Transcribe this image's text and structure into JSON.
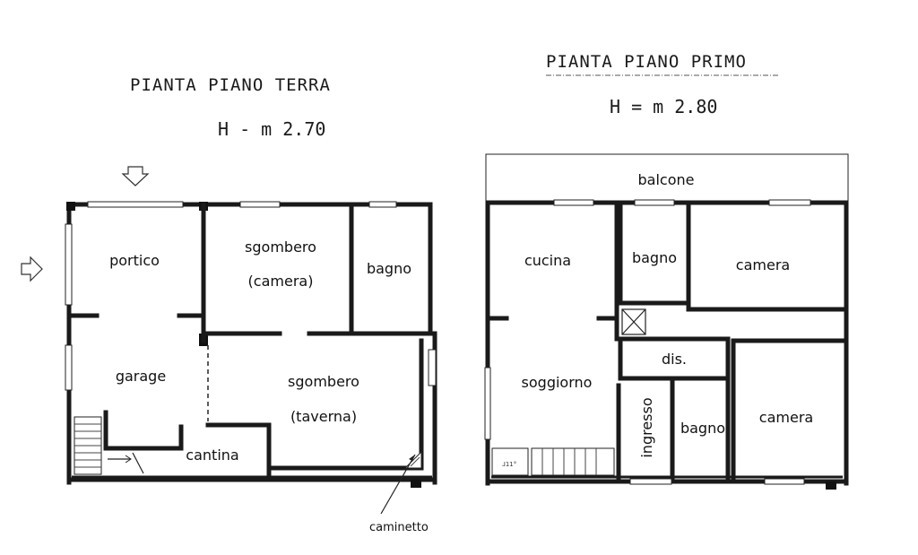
{
  "ground_floor": {
    "title": "PIANTA PIANO TERRA",
    "height": "H - m 2.70",
    "rooms": {
      "portico": "portico",
      "sgombero_camera_1": "sgombero",
      "sgombero_camera_2": "(camera)",
      "bagno": "bagno",
      "garage": "garage",
      "sgombero_taverna_1": "sgombero",
      "sgombero_taverna_2": "(taverna)",
      "cantina": "cantina"
    },
    "annotation": "caminetto"
  },
  "first_floor": {
    "title": "PIANTA PIANO PRIMO",
    "height": "H = m 2.80",
    "rooms": {
      "balcone": "balcone",
      "cucina": "cucina",
      "bagno_top": "bagno",
      "camera_top": "camera",
      "dis": "dis.",
      "soggiorno": "soggiorno",
      "ingresso": "ingresso",
      "bagno_bottom": "bagno",
      "camera_bottom": "camera"
    }
  },
  "icons": [
    "entrance-arrow-down-icon",
    "entrance-arrow-right-icon",
    "caminetto-arrow-icon"
  ]
}
